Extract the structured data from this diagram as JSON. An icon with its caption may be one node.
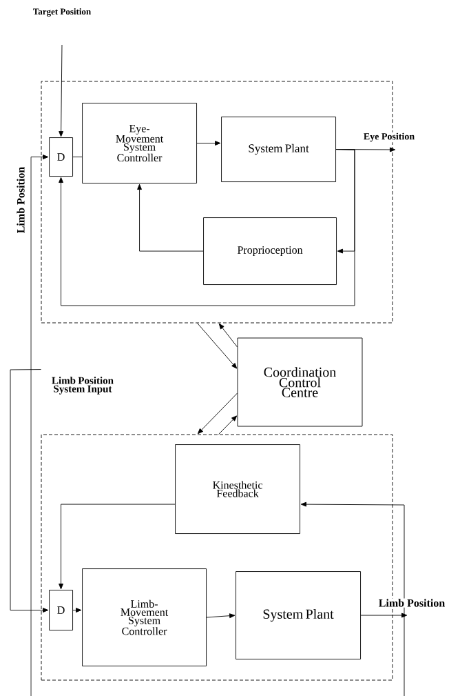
{
  "diagram": {
    "nodes": [
      {
        "text": [],
        "shape": "box"
      },
      {
        "text": [
          "D"
        ],
        "in": 0
      },
      {
        "text": [
          "Eye-Movement System Controller"
        ],
        "in": 0
      },
      {
        "text": [
          "System Plant"
        ],
        "in": 0
      },
      {
        "text": [
          "Proprioception"
        ],
        "in": 0
      },
      {
        "text": [
          "Coordination Control Centre"
        ]
      },
      {
        "text": [],
        "shape": "box"
      },
      {
        "text": [
          "Kinesthetic Feedback"
        ],
        "in": 6
      },
      {
        "text": [
          "D"
        ],
        "in": 6
      },
      {
        "text": [
          "Limb-Movement System Controller"
        ],
        "in": 6
      },
      {
        "text": [
          "System Plant"
        ],
        "in": 6
      },
      {
        "text": [
          "Limb Position System Input"
        ]
      }
    ],
    "edges": [
      {
        "from": null,
        "to": 1,
        "arrow": "to",
        "label": "Target Position"
      },
      {
        "from": null,
        "to": 1,
        "arrow": "to",
        "label": "Limb Position"
      },
      {
        "from": 1,
        "to": 2,
        "arrow": "none"
      },
      {
        "from": 2,
        "to": 3,
        "arrow": "to"
      },
      {
        "from": 3,
        "to": null,
        "arrow": "to",
        "label": "Eye Position"
      },
      {
        "from": 3,
        "to": 4,
        "arrow": "to"
      },
      {
        "from": 4,
        "to": 2,
        "arrow": "to"
      },
      {
        "from": 3,
        "to": 1,
        "arrow": "to"
      },
      {
        "from": 0,
        "to": 5,
        "arrow": "to"
      },
      {
        "from": 5,
        "to": 0,
        "arrow": "to"
      },
      {
        "from": 5,
        "to": 6,
        "arrow": "to"
      },
      {
        "from": 6,
        "to": 5,
        "arrow": "to"
      },
      {
        "from": 7,
        "to": 8,
        "arrow": "to"
      },
      {
        "from": 11,
        "to": 8,
        "arrow": "to"
      },
      {
        "from": 8,
        "to": 9,
        "arrow": "to"
      },
      {
        "from": 9,
        "to": 10,
        "arrow": "to"
      },
      {
        "from": 10,
        "to": null,
        "arrow": "to",
        "label": "Limb Position"
      },
      {
        "from": null,
        "to": 7,
        "arrow": "to"
      }
    ]
  }
}
